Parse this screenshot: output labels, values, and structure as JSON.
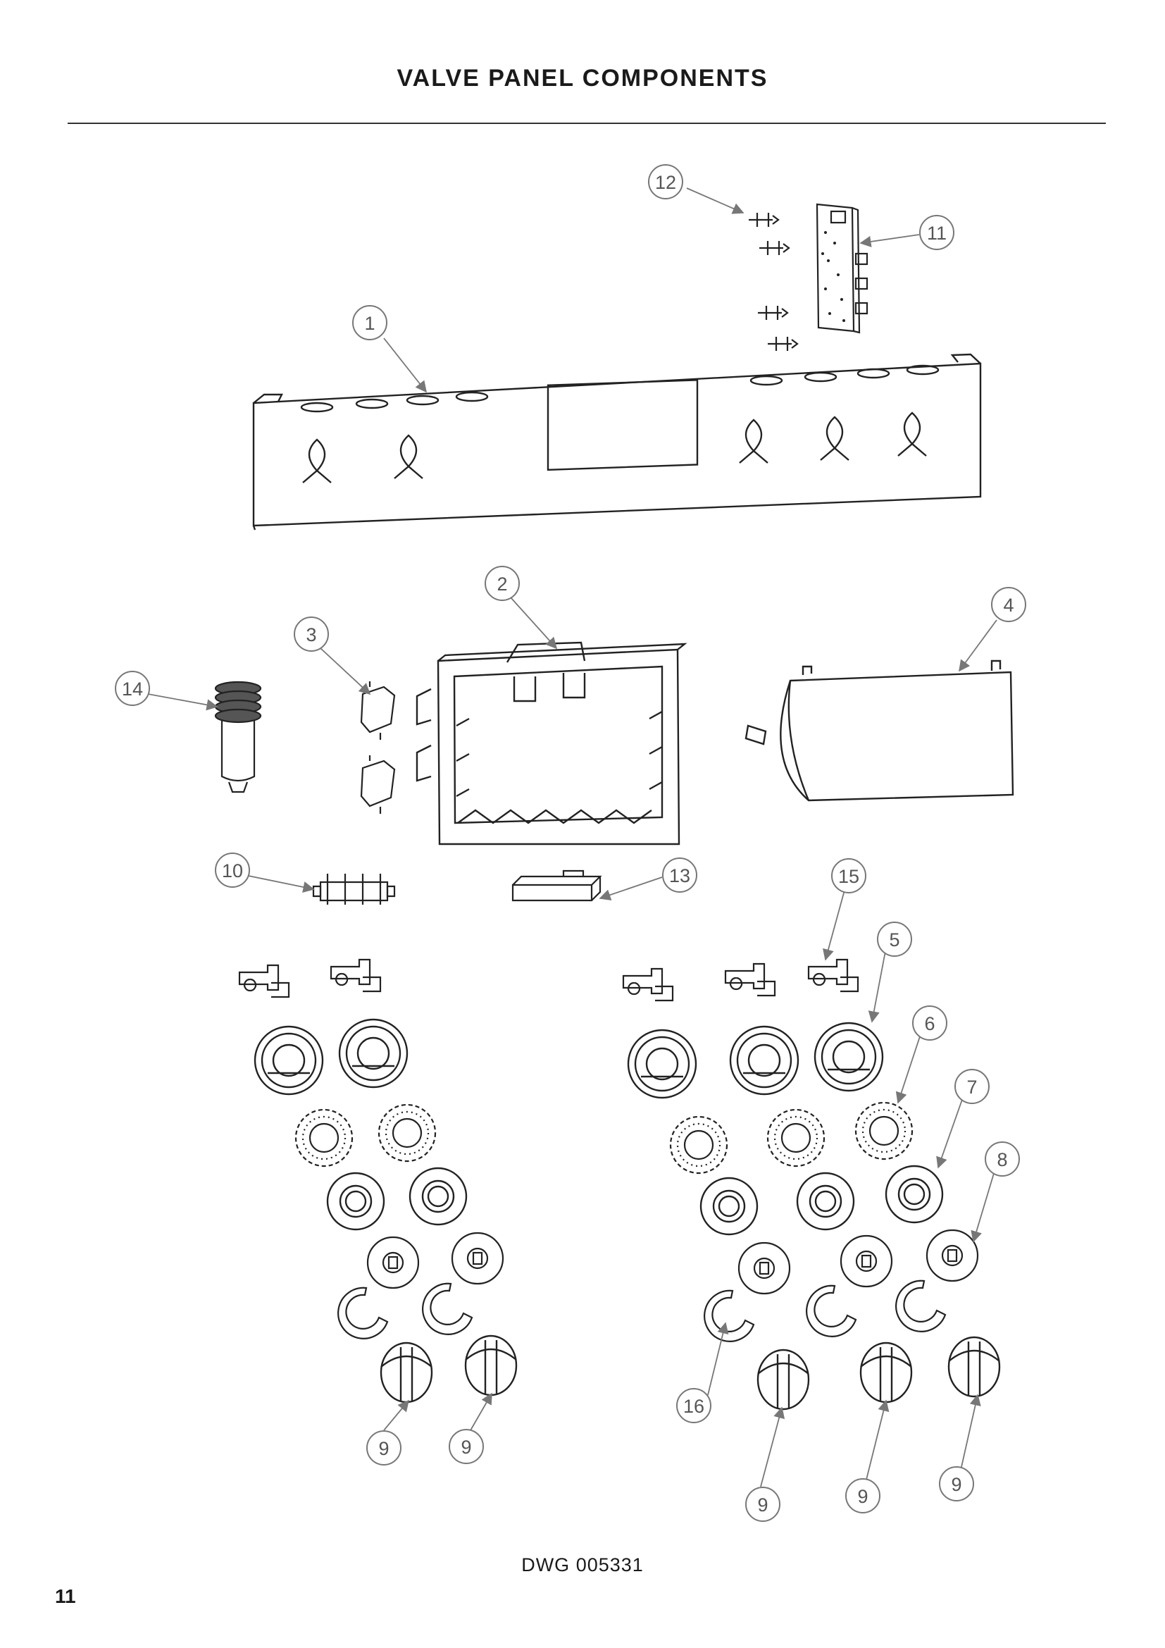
{
  "page": {
    "title": "VALVE PANEL COMPONENTS",
    "drawing_number": "DWG 005331",
    "page_number": "11"
  },
  "callouts": [
    "1",
    "2",
    "3",
    "4",
    "5",
    "6",
    "7",
    "8",
    "9",
    "9",
    "9",
    "9",
    "9",
    "10",
    "11",
    "12",
    "13",
    "14",
    "15",
    "16"
  ]
}
